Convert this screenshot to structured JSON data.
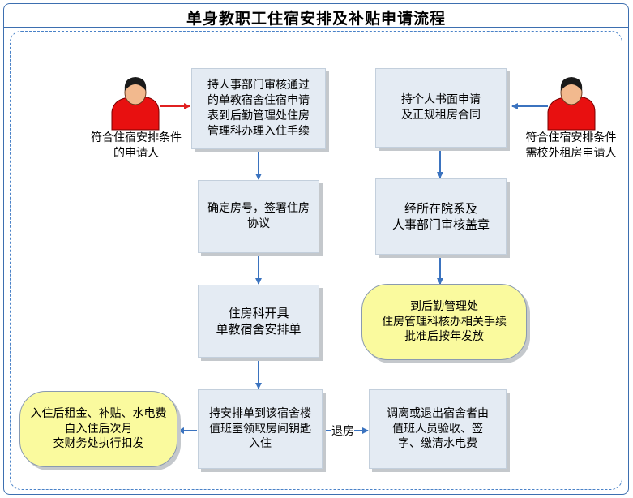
{
  "title": "单身教职工住宿安排及补贴申请流程",
  "left_flow": {
    "step1": "持人事部门审核通过\n的单教宿舍住宿申请\n表到后勤管理处住房\n管理科办理入住手续",
    "step2": "确定房号，签署住房\n协议",
    "step3": "住房科开具\n单教宿舍安排单",
    "step4": "持安排单到该宿舍楼\n值班室领取房间钥匙\n入住"
  },
  "right_flow": {
    "step1": "持个人书面申请\n及正规租房合同",
    "step2": "经所在院系及\n人事部门审核盖章",
    "step3": "到后勤管理处\n住房管理科核办相关手续\n批准后按年发放"
  },
  "checkout_box": "调离或退出宿舍者由\n值班人员验收、签\n字、缴清水电费",
  "allowance_oval": "入住后租金、补贴、水电费\n自入住后次月\n交财务处执行扣发",
  "checkout_edge_label": "退房",
  "person_left_label": "符合住宿安排条件\n的申请人",
  "person_right_label": "符合住宿安排条件\n需校外租房申请人",
  "colors": {
    "frame": "#3d6fb0",
    "box_fill": "#e4ebf3",
    "oval_fill": "#fafa9e",
    "arrow_blue": "#3b73bf",
    "arrow_red": "#e02020",
    "person_red": "#e81010"
  }
}
